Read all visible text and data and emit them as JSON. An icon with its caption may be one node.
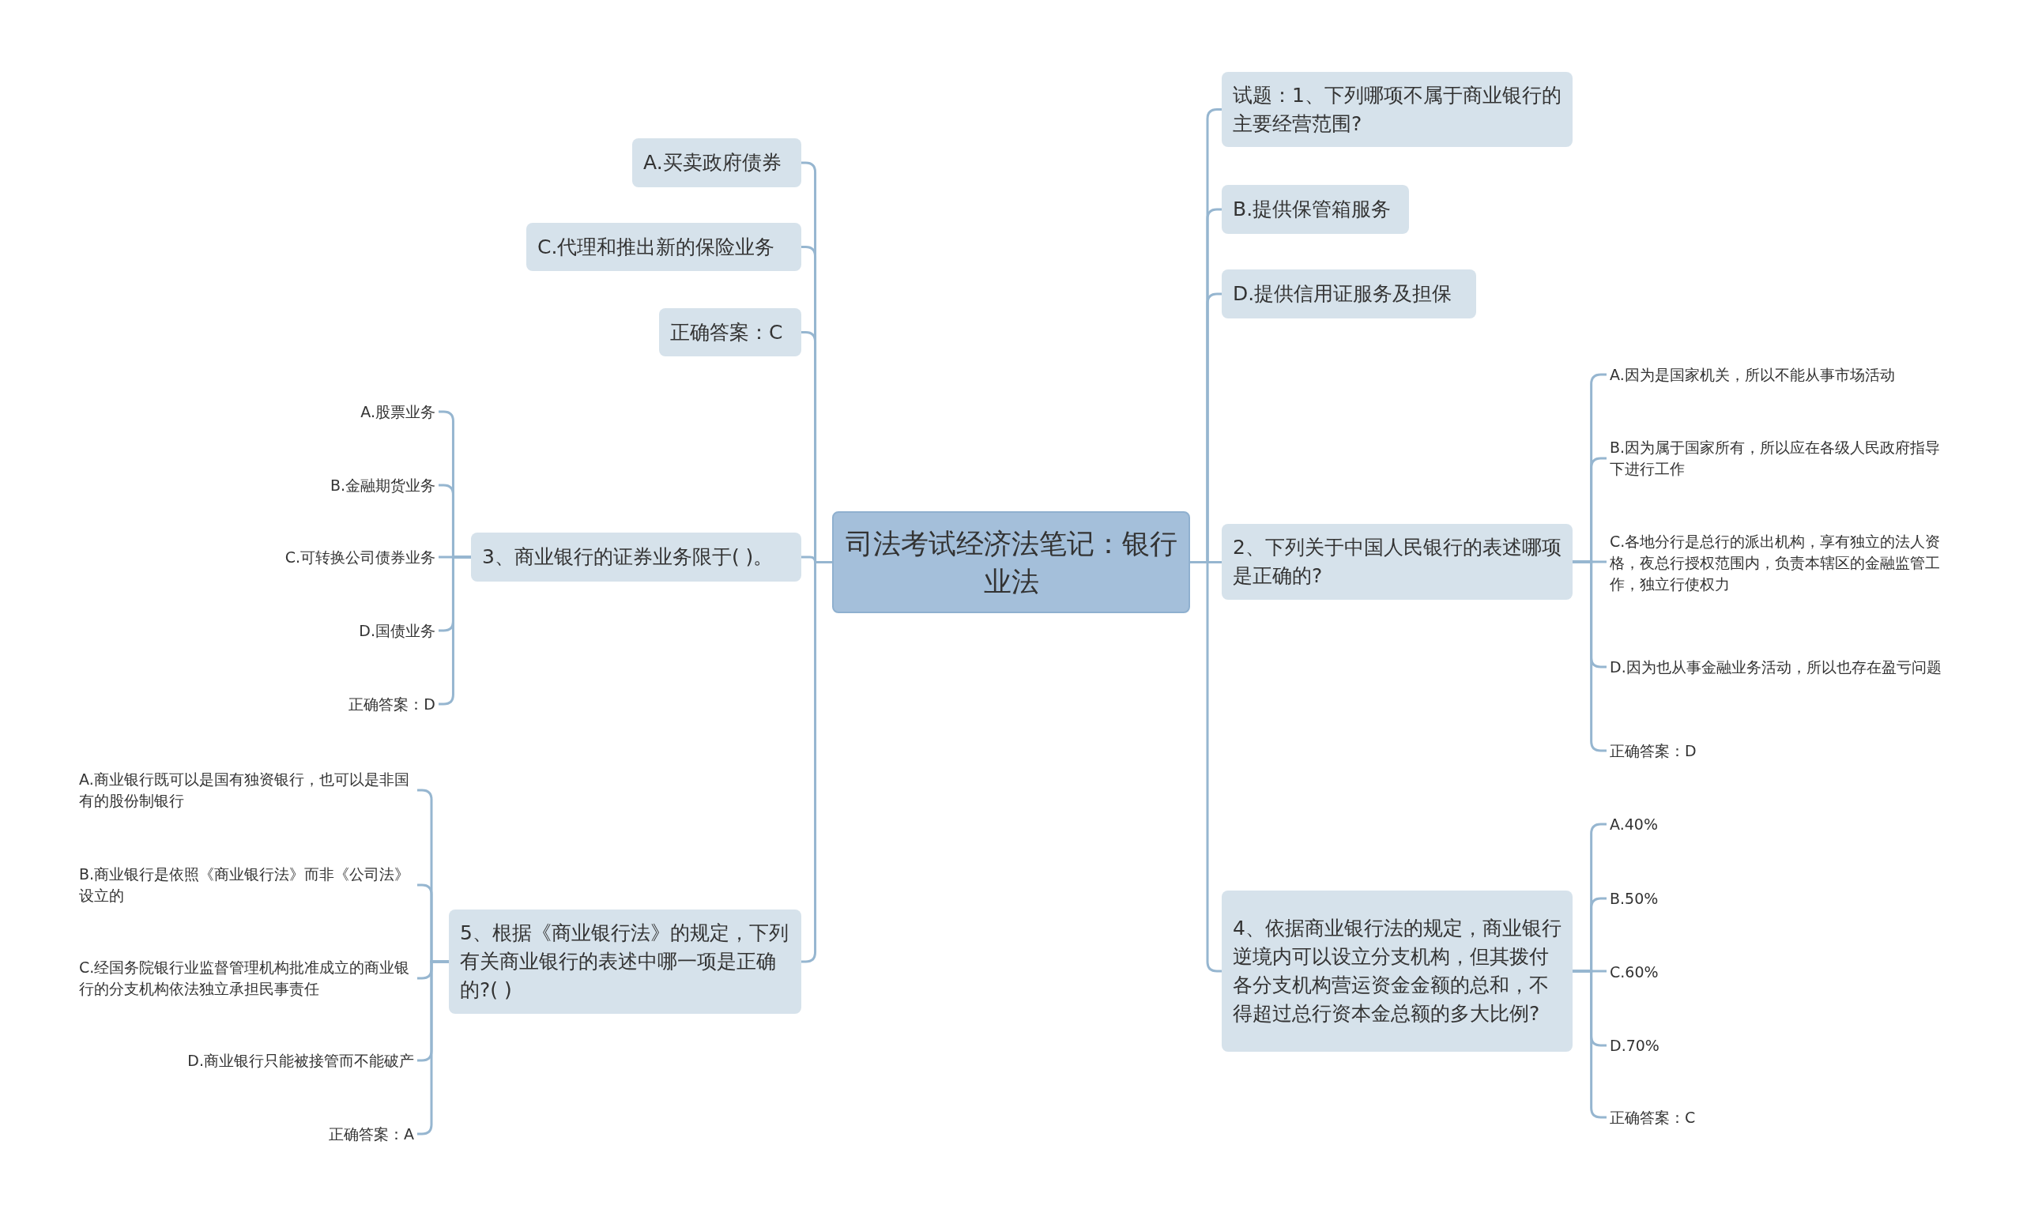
{
  "diagram": {
    "nodes": [
      {
        "text": [
          "司法考试经济法笔记：银行业法"
        ]
      },
      {
        "text": [
          "试题：1、下列哪项不属于商业银行的主要经营范围?"
        ]
      },
      {
        "text": [
          "B.提供保管箱服务"
        ]
      },
      {
        "text": [
          "D.提供信用证服务及担保"
        ]
      },
      {
        "text": [
          "2、下列关于中国人民银行的表述哪项是正确的?"
        ]
      },
      {
        "text": [
          "A.因为是国家机关，所以不能从事市场活动"
        ]
      },
      {
        "text": [
          "B.因为属于国家所有，所以应在各级人民政府指导下进行工作"
        ]
      },
      {
        "text": [
          "C.各地分行是总行的派出机构，享有独立的法人资格，夜总行授权范围内，负责本辖区的金融监管工作，独立行使权力"
        ]
      },
      {
        "text": [
          "D.因为也从事金融业务活动，所以也存在盈亏问题"
        ]
      },
      {
        "text": [
          "正确答案：D"
        ]
      },
      {
        "text": [
          "4、依据商业银行法的规定，商业银行逆境内可以设立分支机构，但其拨付各分支机构营运资金金额的总和，不得超过总行资本金总额的多大比例?"
        ]
      },
      {
        "text": [
          "A.40%"
        ]
      },
      {
        "text": [
          "B.50%"
        ]
      },
      {
        "text": [
          "C.60%"
        ]
      },
      {
        "text": [
          "D.70%"
        ]
      },
      {
        "text": [
          "正确答案：C"
        ]
      },
      {
        "text": [
          "A.买卖政府债券"
        ]
      },
      {
        "text": [
          "C.代理和推出新的保险业务"
        ]
      },
      {
        "text": [
          "正确答案：C"
        ]
      },
      {
        "text": [
          "3、商业银行的证券业务限于( )。"
        ]
      },
      {
        "text": [
          "A.股票业务"
        ]
      },
      {
        "text": [
          "B.金融期货业务"
        ]
      },
      {
        "text": [
          "C.可转换公司债券业务"
        ]
      },
      {
        "text": [
          "D.国债业务"
        ]
      },
      {
        "text": [
          "正确答案：D"
        ]
      },
      {
        "text": [
          "5、根据《商业银行法》的规定，下列有关商业银行的表述中哪一项是正确的?( )"
        ]
      },
      {
        "text": [
          "A.商业银行既可以是国有独资银行，也可以是非国有的股份制银行"
        ]
      },
      {
        "text": [
          "B.商业银行是依照《商业银行法》而非《公司法》设立的"
        ]
      },
      {
        "text": [
          "C.经国务院银行业监督管理机构批准成立的商业银行的分支机构依法独立承担民事责任"
        ]
      },
      {
        "text": [
          "D.商业银行只能被接管而不能破产"
        ]
      },
      {
        "text": [
          "正确答案：A"
        ]
      }
    ],
    "edges": [
      {
        "from": 0,
        "to": 1,
        "arrow": "none"
      },
      {
        "from": 0,
        "to": 2,
        "arrow": "none"
      },
      {
        "from": 0,
        "to": 3,
        "arrow": "none"
      },
      {
        "from": 0,
        "to": 4,
        "arrow": "none"
      },
      {
        "from": 4,
        "to": 5,
        "arrow": "none"
      },
      {
        "from": 4,
        "to": 6,
        "arrow": "none"
      },
      {
        "from": 4,
        "to": 7,
        "arrow": "none"
      },
      {
        "from": 4,
        "to": 8,
        "arrow": "none"
      },
      {
        "from": 4,
        "to": 9,
        "arrow": "none"
      },
      {
        "from": 0,
        "to": 10,
        "arrow": "none"
      },
      {
        "from": 10,
        "to": 11,
        "arrow": "none"
      },
      {
        "from": 10,
        "to": 12,
        "arrow": "none"
      },
      {
        "from": 10,
        "to": 13,
        "arrow": "none"
      },
      {
        "from": 10,
        "to": 14,
        "arrow": "none"
      },
      {
        "from": 10,
        "to": 15,
        "arrow": "none"
      },
      {
        "from": 0,
        "to": 16,
        "arrow": "none"
      },
      {
        "from": 0,
        "to": 17,
        "arrow": "none"
      },
      {
        "from": 0,
        "to": 18,
        "arrow": "none"
      },
      {
        "from": 0,
        "to": 19,
        "arrow": "none"
      },
      {
        "from": 19,
        "to": 20,
        "arrow": "none"
      },
      {
        "from": 19,
        "to": 21,
        "arrow": "none"
      },
      {
        "from": 19,
        "to": 22,
        "arrow": "none"
      },
      {
        "from": 19,
        "to": 23,
        "arrow": "none"
      },
      {
        "from": 19,
        "to": 24,
        "arrow": "none"
      },
      {
        "from": 0,
        "to": 25,
        "arrow": "none"
      },
      {
        "from": 25,
        "to": 26,
        "arrow": "none"
      },
      {
        "from": 25,
        "to": 27,
        "arrow": "none"
      },
      {
        "from": 25,
        "to": 28,
        "arrow": "none"
      },
      {
        "from": 25,
        "to": 29,
        "arrow": "none"
      },
      {
        "from": 25,
        "to": 30,
        "arrow": "none"
      }
    ]
  }
}
